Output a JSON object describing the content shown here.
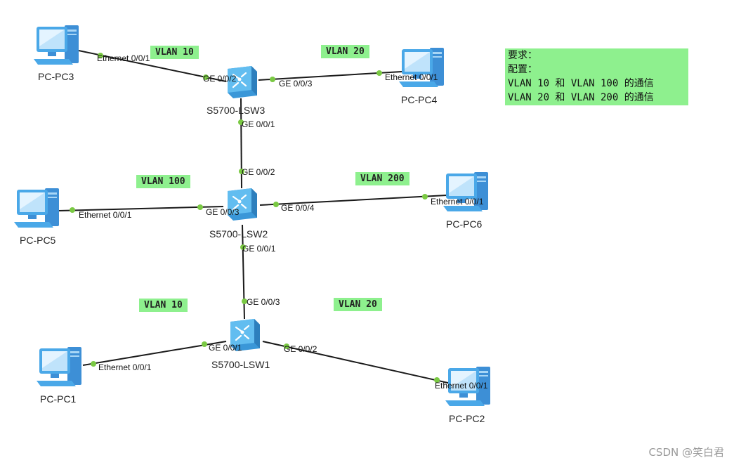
{
  "colors": {
    "vlan_highlight": "#8ef08e",
    "note_background": "#8ef08e",
    "link": "#1a1a1a",
    "port_dot": "#7ac943",
    "pc_icon": "#4aa8e8",
    "switch_icon": "#5bb8ec"
  },
  "devices": {
    "pc3": {
      "name": "PC-PC3",
      "icon": "pc-icon"
    },
    "pc4": {
      "name": "PC-PC4",
      "icon": "pc-icon"
    },
    "pc5": {
      "name": "PC-PC5",
      "icon": "pc-icon"
    },
    "pc6": {
      "name": "PC-PC6",
      "icon": "pc-icon"
    },
    "pc1": {
      "name": "PC-PC1",
      "icon": "pc-icon"
    },
    "pc2": {
      "name": "PC-PC2",
      "icon": "pc-icon"
    },
    "lsw3": {
      "name": "S5700-LSW3",
      "icon": "switch-icon"
    },
    "lsw2": {
      "name": "S5700-LSW2",
      "icon": "switch-icon"
    },
    "lsw1": {
      "name": "S5700-LSW1",
      "icon": "switch-icon"
    }
  },
  "links": [
    {
      "from": "pc3",
      "to": "lsw3",
      "from_port": "Ethernet 0/0/1",
      "to_port": "GE 0/0/2"
    },
    {
      "from": "lsw3",
      "to": "pc4",
      "from_port": "GE 0/0/3",
      "to_port": "Ethernet 0/0/1"
    },
    {
      "from": "lsw3",
      "to": "lsw2",
      "from_port": "GE 0/0/1",
      "to_port": "GE 0/0/2"
    },
    {
      "from": "pc5",
      "to": "lsw2",
      "from_port": "Ethernet 0/0/1",
      "to_port": "GE 0/0/3"
    },
    {
      "from": "lsw2",
      "to": "pc6",
      "from_port": "GE 0/0/4",
      "to_port": "Ethernet 0/0/1"
    },
    {
      "from": "lsw2",
      "to": "lsw1",
      "from_port": "GE 0/0/1",
      "to_port": "GE 0/0/3"
    },
    {
      "from": "pc1",
      "to": "lsw1",
      "from_port": "Ethernet 0/0/1",
      "to_port": "GE 0/0/1"
    },
    {
      "from": "lsw1",
      "to": "pc2",
      "from_port": "GE 0/0/2",
      "to_port": "Ethernet 0/0/1"
    }
  ],
  "vlan_labels": {
    "top_left": "VLAN 10",
    "top_right": "VLAN 20",
    "mid_left": "VLAN 100",
    "mid_right": "VLAN 200",
    "bottom_left": "VLAN 10",
    "bottom_right": "VLAN 20"
  },
  "note": {
    "line1": "要求：",
    "line2": "配置：",
    "line3": "VLAN 10 和 VLAN 100 的通信",
    "line4": "VLAN 20 和 VLAN 200 的通信"
  },
  "watermark": "CSDN @笑白君"
}
